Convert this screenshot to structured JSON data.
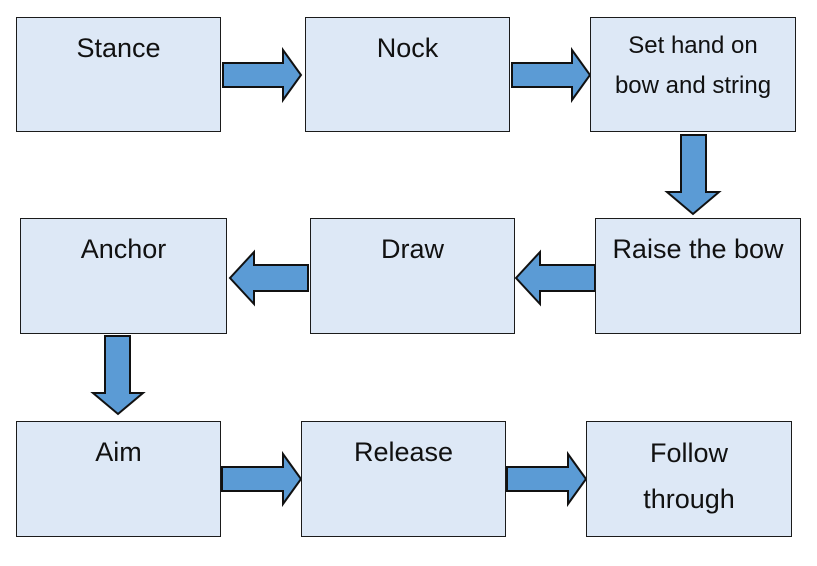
{
  "diagram": {
    "accent_fill": "#dde8f6",
    "arrow_color": "#5b9bd5",
    "steps": [
      {
        "label": "Stance"
      },
      {
        "label": "Nock"
      },
      {
        "label": "Set hand on",
        "label2": "bow and string"
      },
      {
        "label": "Raise the bow"
      },
      {
        "label": "Draw"
      },
      {
        "label": "Anchor"
      },
      {
        "label": "Aim"
      },
      {
        "label": "Release"
      },
      {
        "label": "Follow",
        "label2": "through"
      }
    ]
  }
}
